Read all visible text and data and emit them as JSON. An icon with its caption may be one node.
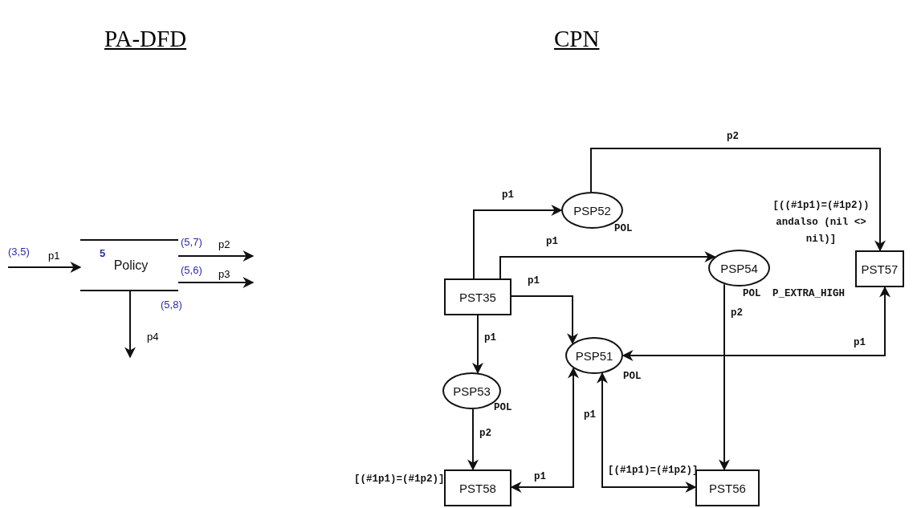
{
  "diagram": {
    "nodes": [
      {
        "text": [
          "5",
          "Policy"
        ]
      },
      {
        "text": [
          "PST35"
        ]
      },
      {
        "text": [
          "PSP52"
        ],
        "beside": [
          "POL"
        ]
      },
      {
        "text": [
          "PSP54"
        ],
        "beside": [
          "POL",
          "P_EXTRA_HIGH"
        ]
      },
      {
        "text": [
          "PSP51"
        ],
        "beside": [
          "POL"
        ]
      },
      {
        "text": [
          "PSP53"
        ],
        "beside": [
          "POL"
        ]
      },
      {
        "text": [
          "PST57"
        ]
      },
      {
        "text": [
          "PST58"
        ],
        "beside": [
          "[(#1p1)=(#1p2)]"
        ]
      },
      {
        "text": [
          "PST56"
        ],
        "beside": [
          "[(#1p1)=(#1p2)]"
        ]
      }
    ],
    "edges": [
      {
        "from": null,
        "to": 0,
        "arrow": "to",
        "label": "p1"
      },
      {
        "from": 0,
        "to": null,
        "arrow": "to",
        "label": "p2"
      },
      {
        "from": 0,
        "to": null,
        "arrow": "to",
        "label": "p3"
      },
      {
        "from": 0,
        "to": null,
        "arrow": "to",
        "label": "p4"
      },
      {
        "from": 1,
        "to": 2,
        "arrow": "to",
        "label": "p1"
      },
      {
        "from": 1,
        "to": 3,
        "arrow": "to",
        "label": "p1"
      },
      {
        "from": 1,
        "to": 4,
        "arrow": "to",
        "label": "p1"
      },
      {
        "from": 1,
        "to": 5,
        "arrow": "to",
        "label": "p1"
      },
      {
        "from": 2,
        "to": 6,
        "arrow": "to",
        "label": "p2"
      },
      {
        "from": 4,
        "to": 6,
        "arrow": "both",
        "label": "p1"
      },
      {
        "from": 3,
        "to": 8,
        "arrow": "to",
        "label": "p2"
      },
      {
        "from": 5,
        "to": 7,
        "arrow": "to",
        "label": "p2"
      },
      {
        "from": 4,
        "to": 7,
        "arrow": "both",
        "label": "p1"
      },
      {
        "from": 4,
        "to": 8,
        "arrow": "both",
        "label": "p1"
      }
    ],
    "labels": [
      "PA-DFD",
      "CPN",
      "(3,5)",
      "(5,7)",
      "(5,6)",
      "(5,8)",
      "[((#1p1)=(#1p2)) andalso (nil <> nil)]"
    ]
  }
}
